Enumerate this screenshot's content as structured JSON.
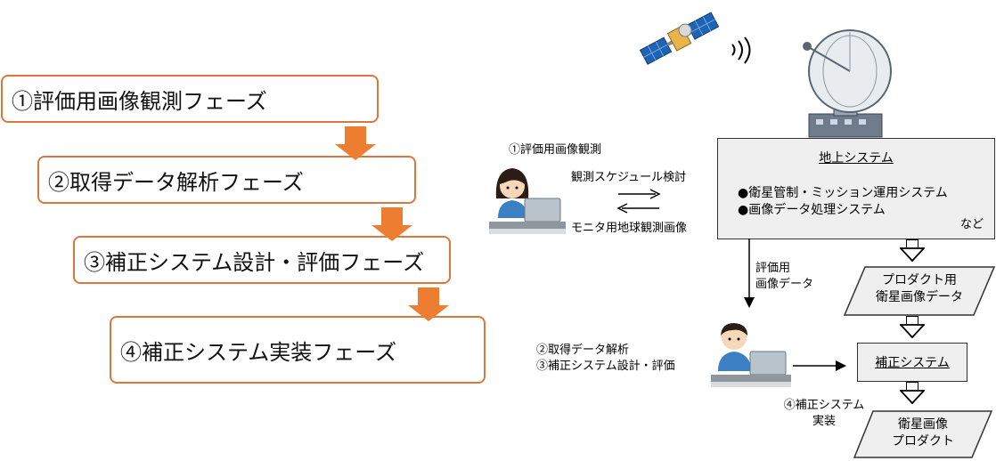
{
  "phases": [
    "①評価用画像観測フェーズ",
    "②取得データ解析フェーズ",
    "③補正システム設計・評価フェーズ",
    "④補正システム実装フェーズ"
  ],
  "observation": {
    "step_label": "①評価用画像観測",
    "schedule_label": "観測スケジュール検討",
    "monitor_label": "モニタ用地球観測画像"
  },
  "ground_system": {
    "title": "地上システム",
    "items": [
      "●衛星管制・ミッション運用システム",
      "●画像データ処理システム"
    ],
    "suffix": "など"
  },
  "eval_data_label": [
    "評価用",
    "画像データ"
  ],
  "product_data_label": [
    "プロダクト用",
    "衛星画像データ"
  ],
  "analysis_labels": [
    "②取得データ解析",
    "③補正システム設計・評価"
  ],
  "correction_system": "補正システム",
  "implementation_label": [
    "④補正システム",
    "実装"
  ],
  "satellite_product_label": [
    "衛星画像",
    "プロダクト"
  ],
  "colors": {
    "phase_border": "#d9773f",
    "phase_arrow": "#ed7d31",
    "box_fill": "#efefef"
  }
}
